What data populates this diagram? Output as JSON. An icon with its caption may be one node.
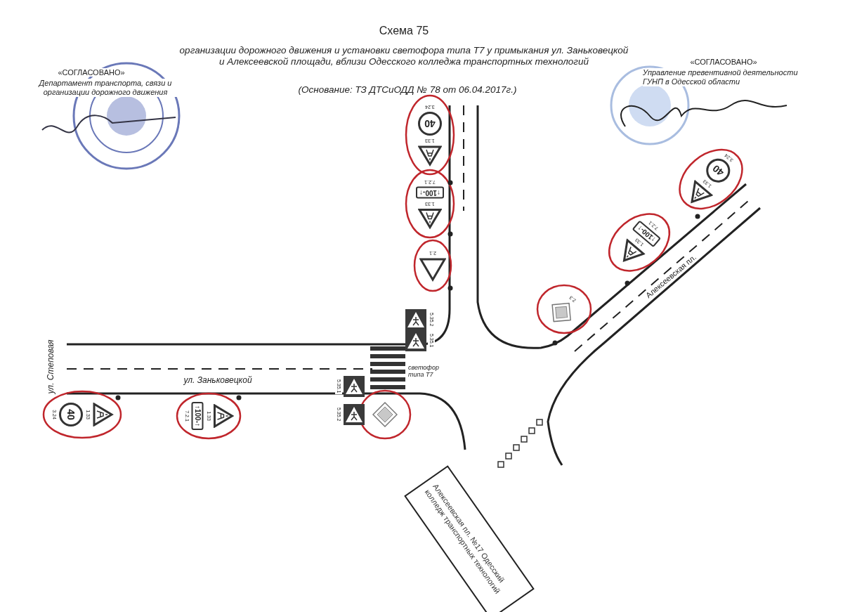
{
  "diagram": {
    "title": "Схема 75",
    "nodes": [
      {
        "text": [
          "Алексеевская пл. №17 Одесский колледж транспортных технологий"
        ]
      }
    ],
    "labels": [
      "организации дорожного движения и установки светофора типа Т7 у примыкания ул. Заньковецкой и Алексеевской площади, вблизи Одесского колледжа транспортных технологий",
      "(Основание: ТЗ ДТСиОДД № 78 от 06.04.2017г.)",
      "«СОГЛАСОВАНО»",
      "Департамент транспорта, связи и организации дорожного движения",
      "«СОГЛАСОВАНО»",
      "Управление превентивной деятельности ГУНП в Одесской области",
      "3.24",
      "40",
      "1.33",
      "7.2.1",
      "↑100-↑",
      "1.33",
      "2.1",
      "3.24",
      "40",
      "1.33",
      "7.2.1",
      "↑100-↑",
      "1.33",
      "2.3",
      "Алексеевская пл.",
      "5.35.2",
      "5.35.1",
      "светофор типа Т7",
      "ул. Степовая",
      "ул. Заньковецкой",
      "3.24",
      "40",
      "1.33",
      "7.2.1",
      "↑100-↑",
      "1.33",
      "5.35.1",
      "5.35.2"
    ]
  }
}
